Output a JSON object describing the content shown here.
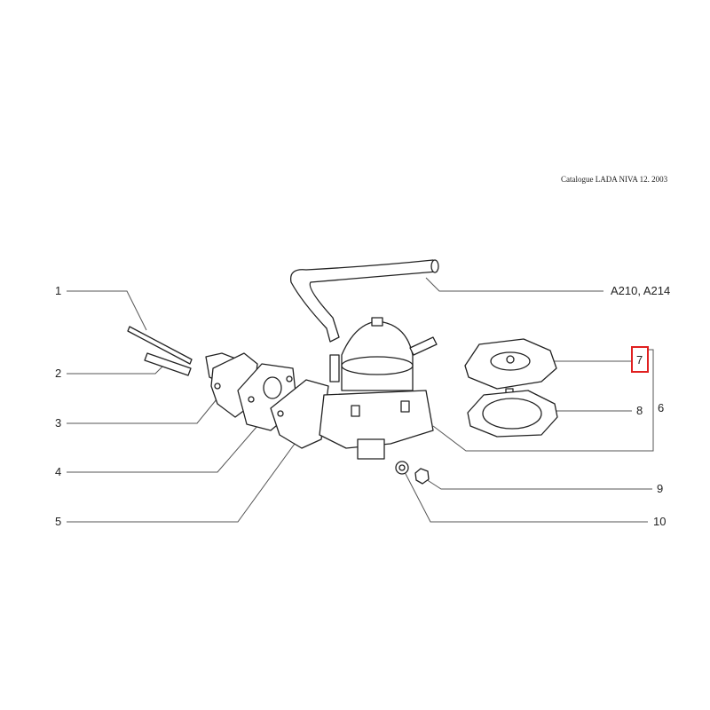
{
  "header": {
    "catalogue": "Catalogue LADA NIVA 12. 2003"
  },
  "callouts": [
    {
      "id": "1",
      "label": "1"
    },
    {
      "id": "2",
      "label": "2"
    },
    {
      "id": "3",
      "label": "3"
    },
    {
      "id": "4",
      "label": "4"
    },
    {
      "id": "5",
      "label": "5"
    },
    {
      "id": "6",
      "label": "6"
    },
    {
      "id": "7",
      "label": "7",
      "highlighted": true
    },
    {
      "id": "8",
      "label": "8"
    },
    {
      "id": "9",
      "label": "9"
    },
    {
      "id": "10",
      "label": "10"
    },
    {
      "id": "hose",
      "label": "A210, A214"
    }
  ],
  "colors": {
    "highlight": "#e02020",
    "lines": "#555555"
  }
}
